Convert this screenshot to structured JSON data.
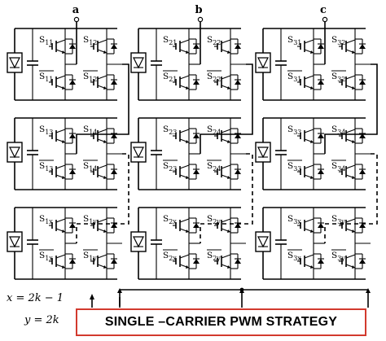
{
  "phases": [
    {
      "name": "a",
      "cells": [
        {
          "upper_left": "S11",
          "upper_right": "S12",
          "lower_left": "S11",
          "lower_right": "S12"
        },
        {
          "upper_left": "S13",
          "upper_right": "S14",
          "lower_left": "S13",
          "lower_right": "S14"
        },
        {
          "upper_left": "S1x",
          "upper_right": "S1y",
          "lower_left": "S1x",
          "lower_right": "S1y"
        }
      ]
    },
    {
      "name": "b",
      "cells": [
        {
          "upper_left": "S21",
          "upper_right": "S22",
          "lower_left": "S21",
          "lower_right": "S22"
        },
        {
          "upper_left": "S23",
          "upper_right": "S24",
          "lower_left": "S23",
          "lower_right": "S24"
        },
        {
          "upper_left": "S2x",
          "upper_right": "S2y",
          "lower_left": "S2x",
          "lower_right": "S2y"
        }
      ]
    },
    {
      "name": "c",
      "cells": [
        {
          "upper_left": "S31",
          "upper_right": "S32",
          "lower_left": "S31",
          "lower_right": "S32"
        },
        {
          "upper_left": "S33",
          "upper_right": "S34",
          "lower_left": "S33",
          "lower_right": "S34"
        },
        {
          "upper_left": "S3x",
          "upper_right": "S3y",
          "lower_left": "S3x",
          "lower_right": "S3y"
        }
      ]
    }
  ],
  "equations": {
    "x": "x = 2k − 1",
    "y": "y = 2k"
  },
  "strategy_label": "SINGLE –CARRIER PWM STRATEGY",
  "colors": {
    "wire": "#000000",
    "strategy_border": "#d23a2e"
  }
}
